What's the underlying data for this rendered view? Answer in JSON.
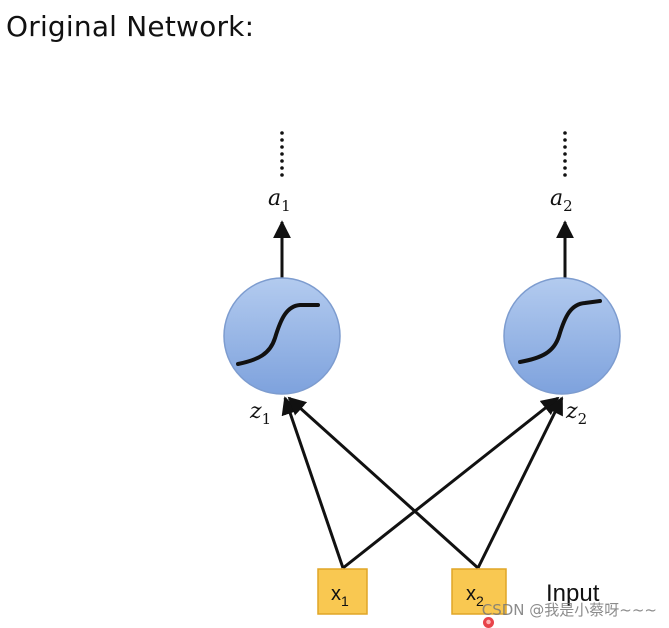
{
  "title": "Original Network:",
  "outputs": [
    {
      "name": "a",
      "sub": "1"
    },
    {
      "name": "a",
      "sub": "2"
    }
  ],
  "neurons": [
    {
      "z_name": "z",
      "z_sub": "1"
    },
    {
      "z_name": "z",
      "z_sub": "2"
    }
  ],
  "inputs": [
    {
      "name": "x",
      "sub": "1"
    },
    {
      "name": "x",
      "sub": "2"
    }
  ],
  "input_caption": "Input",
  "watermark": "CSDN @我是小蔡呀~~~",
  "colors": {
    "neuron_fill_top": "#a9c4ec",
    "neuron_fill_bottom": "#7fa3de",
    "neuron_stroke": "#7d9ccf",
    "input_box_fill": "#f9c851",
    "input_box_stroke": "#e0a527",
    "edge": "#111111"
  }
}
